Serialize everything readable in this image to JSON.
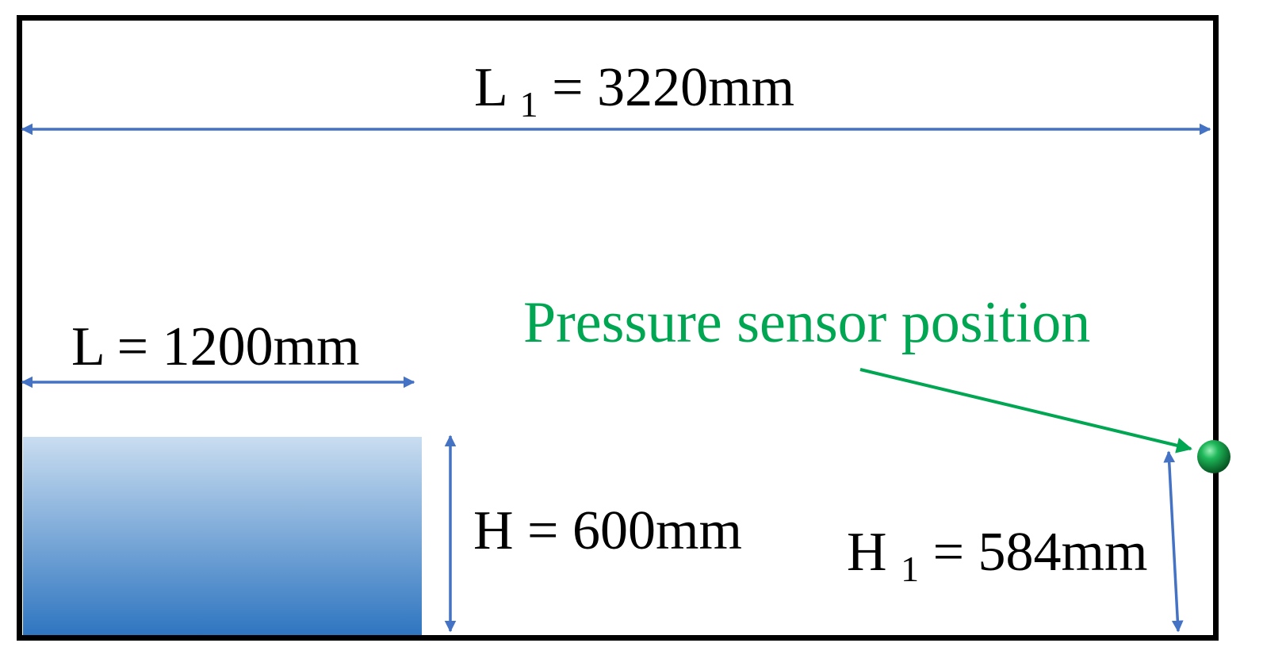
{
  "labels": {
    "l1": {
      "main": "L",
      "sub": "1",
      "value": "= 3220mm"
    },
    "l": {
      "text": "L = 1200mm"
    },
    "h": {
      "text": "H = 600mm"
    },
    "h1": {
      "main": "H",
      "sub": "1",
      "value": " = 584mm"
    },
    "sensor": {
      "text": "Pressure sensor position"
    }
  },
  "colors": {
    "frame": "#000000",
    "dimension_arrow": "#4472C4",
    "sensor": "#00A651",
    "water_top": "#C9DDF0",
    "water_bottom": "#2E75C0"
  },
  "icons": {
    "sensor_marker": "green-sphere"
  }
}
